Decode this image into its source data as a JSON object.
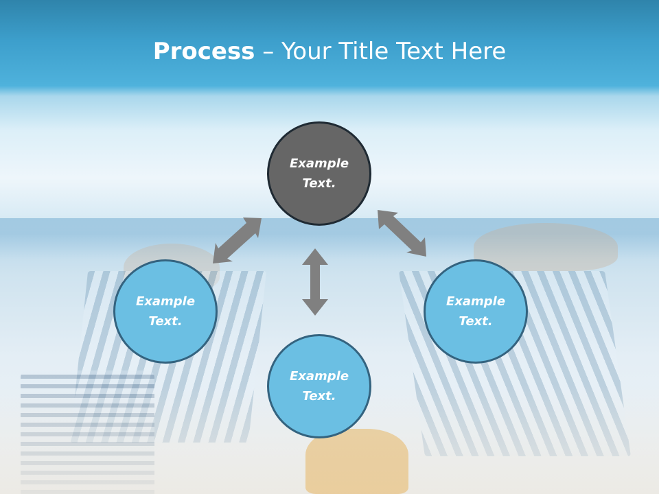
{
  "title": {
    "bold_part": "Process",
    "rest": " – Your Title Text Here"
  },
  "nodes": {
    "top": {
      "label": "Example\nText.",
      "fill": "#666666"
    },
    "left": {
      "label": "Example\nText.",
      "fill": "#6bbfe3"
    },
    "bottom": {
      "label": "Example\nText.",
      "fill": "#6bbfe3"
    },
    "right": {
      "label": "Example\nText.",
      "fill": "#6bbfe3"
    }
  },
  "colors": {
    "header": "#3d9fcc",
    "arrow": "#808080",
    "node_dark": "#666666",
    "node_light": "#6bbfe3"
  }
}
